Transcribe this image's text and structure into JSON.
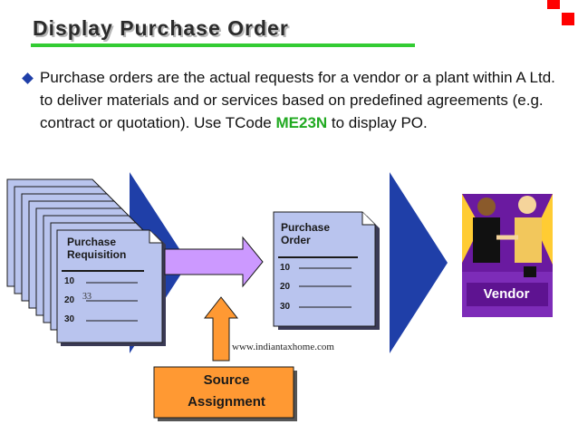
{
  "title": "Display Purchase Order",
  "paragraph": {
    "text_before": "Purchase orders are the actual requests for a vendor or a plant within A Ltd. to deliver materials and or services based on predefined agreements (e.g. contract or quotation). Use TCode ",
    "tcode": "ME23N",
    "text_after": " to display PO."
  },
  "requisition": {
    "title_line1": "Purchase",
    "title_line2": "Requisition",
    "items": [
      "10",
      "20",
      "30"
    ],
    "handwritten_note": "33"
  },
  "purchase_order": {
    "title_line1": "Purchase",
    "title_line2": "Order",
    "items": [
      "10",
      "20",
      "30"
    ]
  },
  "source_assignment": {
    "line1": "Source",
    "line2": "Assignment"
  },
  "vendor": {
    "label": "Vendor"
  },
  "watermark": "www.indiantaxhome.com",
  "colors": {
    "title_underline": "#33cc33",
    "tcode": "#22aa22",
    "doc_fill": "#b9c4ee",
    "chevron": "#1f3fa8",
    "purple_arrow": "#cc99ff",
    "orange": "#ff9933",
    "vendor_bg": "#6a1aa0"
  }
}
